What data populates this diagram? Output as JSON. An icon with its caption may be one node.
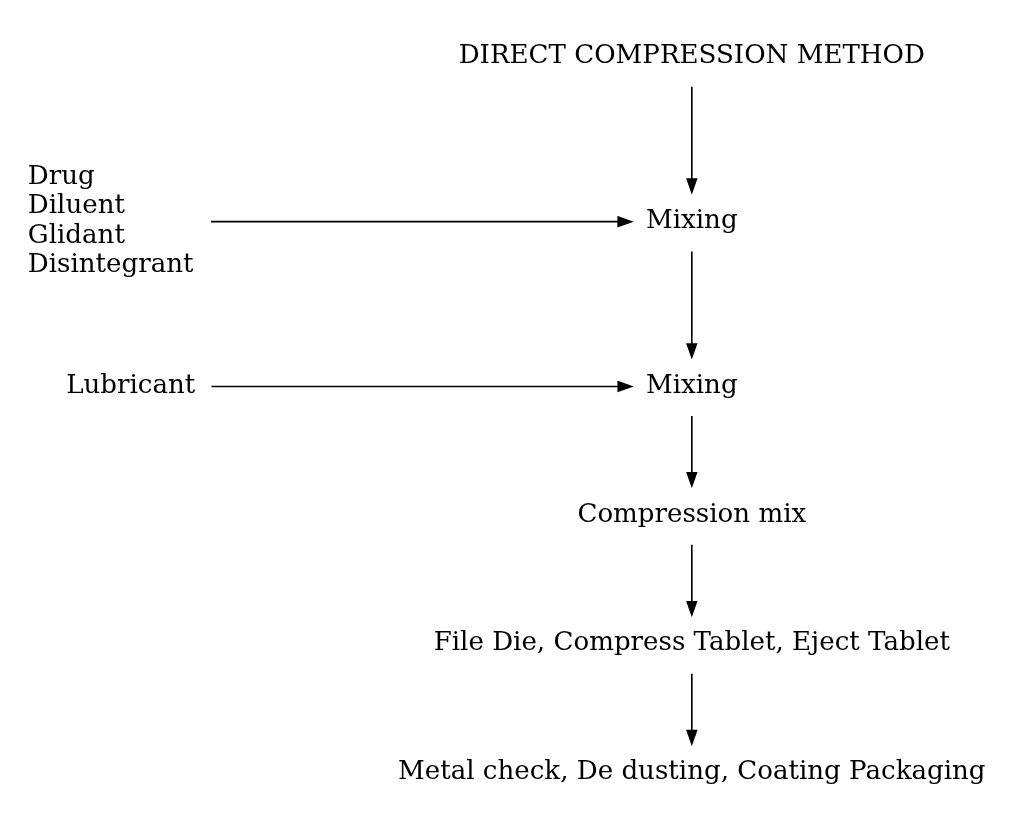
{
  "diagram": {
    "nodes": [
      {
        "text": [
          "DIRECT COMPRESSION METHOD"
        ]
      },
      {
        "text": [
          "Drug",
          "Diluent",
          "Glidant",
          "Disintegrant"
        ]
      },
      {
        "text": [
          "Mixing"
        ]
      },
      {
        "text": [
          "Lubricant"
        ]
      },
      {
        "text": [
          "Mixing"
        ]
      },
      {
        "text": [
          "Compression mix"
        ]
      },
      {
        "text": [
          "File Die, Compress Tablet, Eject Tablet"
        ]
      },
      {
        "text": [
          "Metal check, De dusting, Coating Packaging"
        ]
      }
    ],
    "edges": [
      {
        "from": 0,
        "to": 2,
        "arrow": "to"
      },
      {
        "from": 1,
        "to": 2,
        "arrow": "to"
      },
      {
        "from": 2,
        "to": 4,
        "arrow": "to"
      },
      {
        "from": 3,
        "to": 4,
        "arrow": "to"
      },
      {
        "from": 4,
        "to": 5,
        "arrow": "to"
      },
      {
        "from": 5,
        "to": 6,
        "arrow": "to"
      },
      {
        "from": 6,
        "to": 7,
        "arrow": "to"
      }
    ]
  }
}
